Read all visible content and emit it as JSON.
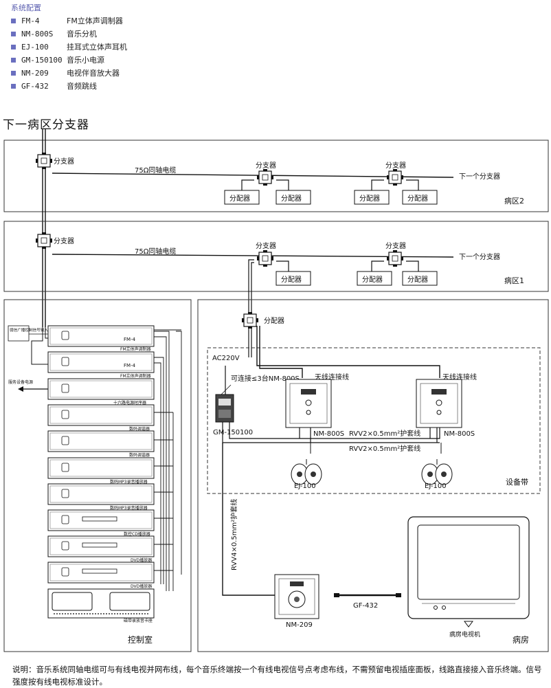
{
  "legend": {
    "title": "系统配置",
    "items": [
      {
        "code": "FM-4",
        "name": "FM立体声调制器"
      },
      {
        "code": "NM-800S",
        "name": "音乐分机"
      },
      {
        "code": "EJ-100",
        "name": "挂耳式立体声耳机"
      },
      {
        "code": "GM-150100",
        "name": "音乐小电源"
      },
      {
        "code": "NM-209",
        "name": "电视伴音放大器"
      },
      {
        "code": "GF-432",
        "name": "音频跳线"
      }
    ]
  },
  "title": "下一病区分支器",
  "ward2": {
    "label": "病区2",
    "splitter_main": "分支器",
    "cable": "75Ω同轴电缆",
    "splitter_a": "分支器",
    "splitter_b": "分支器",
    "next": "下一个分支器",
    "dist": [
      "分配器",
      "分配器",
      "分配器",
      "分配器"
    ]
  },
  "ward1": {
    "label": "病区1",
    "splitter_main": "分支器",
    "cable": "75Ω同轴电缆",
    "splitter_a": "分支器",
    "splitter_b": "分支器",
    "next": "下一个分支器",
    "dist": [
      "分配器",
      "分配器",
      "分配器"
    ]
  },
  "control_room": {
    "label": "控制室",
    "input_note": "弱信广播控制信号输入",
    "power_note": "服务设备电源",
    "devices": [
      "FM立体声调制器",
      "FM立体声调制器",
      "十六路电源时序器",
      "数码调谐器",
      "数码调谐器",
      "数码MP3录音播放器",
      "数码MP3录音播放器",
      "数控CD播放器",
      "DVD播放器",
      "DVD播放器",
      "磁带录放音卡座"
    ]
  },
  "equipment_band": {
    "label": "设备带",
    "splitter": "分配器",
    "ac": "AC220V",
    "connect_note": "可连接≤3台NM-800S",
    "antenna_1": "天线连接线",
    "antenna_2": "天线连接线",
    "power_unit": "GM-150100",
    "unit_1": "NM-800S",
    "unit_2": "NM-800S",
    "cable_1": "RVV2×0.5mm²护套线",
    "cable_2": "RVV2×0.5mm²护套线",
    "headphone_1": "EJ-100",
    "headphone_2": "EJ-100"
  },
  "ward_room": {
    "label": "病房",
    "vertical_cable": "RVV4×0.5mm²护套线",
    "amp": "NM-209",
    "jumper": "GF-432",
    "tv": "病房电视机"
  },
  "note": "说明：音乐系统同轴电缆可与有线电视并网布线，每个音乐终端按一个有线电视信号点考虑布线，不需预留电视插座面板，线路直接接入音乐终端。信号强度按有线电视标准设计。"
}
